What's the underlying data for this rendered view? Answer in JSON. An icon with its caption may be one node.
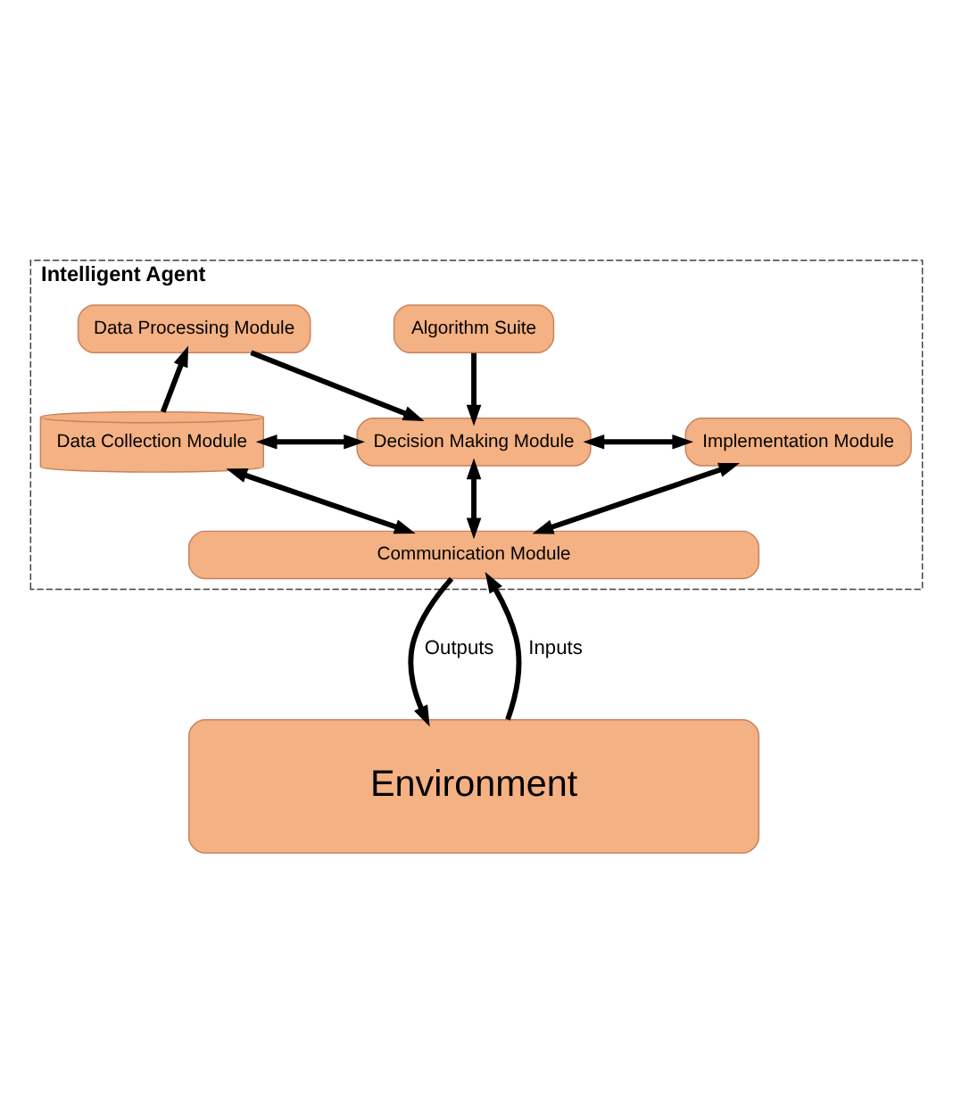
{
  "diagram": {
    "nodes": [
      {
        "text": [
          "Intelligent Agent"
        ]
      },
      {
        "text": [
          "Data Processing Module"
        ],
        "in": 0
      },
      {
        "text": [
          "Algorithm Suite"
        ],
        "in": 0
      },
      {
        "text": [
          "Data Collection Module"
        ],
        "in": 0
      },
      {
        "text": [
          "Decision Making Module"
        ],
        "in": 0
      },
      {
        "text": [
          "Implementation Module"
        ],
        "in": 0
      },
      {
        "text": [
          "Communication Module"
        ],
        "in": 0
      },
      {
        "text": [
          "Environment"
        ]
      }
    ],
    "edges": [
      {
        "from": 3,
        "to": 1,
        "arrow": "to"
      },
      {
        "from": 1,
        "to": 4,
        "arrow": "to"
      },
      {
        "from": 2,
        "to": 4,
        "arrow": "to"
      },
      {
        "from": 3,
        "to": 4,
        "arrow": "both"
      },
      {
        "from": 4,
        "to": 5,
        "arrow": "both"
      },
      {
        "from": 3,
        "to": 6,
        "arrow": "both"
      },
      {
        "from": 4,
        "to": 6,
        "arrow": "both"
      },
      {
        "from": 5,
        "to": 6,
        "arrow": "both"
      },
      {
        "from": 6,
        "to": 7,
        "arrow": "to",
        "label": "Outputs"
      },
      {
        "from": 7,
        "to": 6,
        "arrow": "to",
        "label": "Inputs"
      }
    ]
  }
}
